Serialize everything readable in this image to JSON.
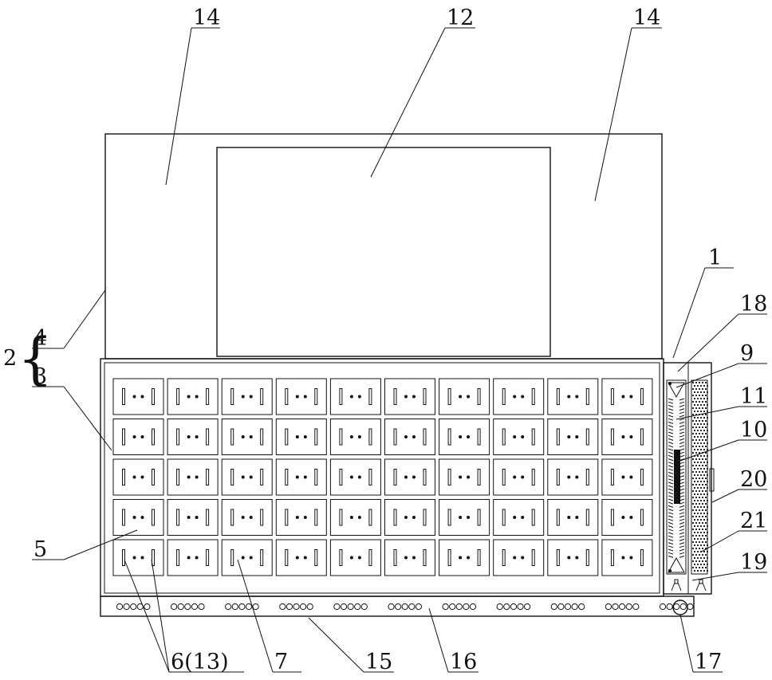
{
  "labels": {
    "l14a": "14",
    "l12": "12",
    "l14b": "14",
    "l1": "1",
    "l18": "18",
    "l9": "9",
    "l11": "11",
    "l10": "10",
    "l20": "20",
    "l21": "21",
    "l19": "19",
    "l2": "2",
    "l4": "4",
    "l3": "3",
    "l5": "5",
    "l6": "6(13)",
    "l7": "7",
    "l15": "15",
    "l16": "16",
    "l17": "17"
  },
  "grid": {
    "rows": 5,
    "columns": 10
  },
  "strip_circle_groups": [
    5,
    5,
    5,
    5,
    5,
    5,
    5,
    5,
    5,
    5,
    5
  ]
}
